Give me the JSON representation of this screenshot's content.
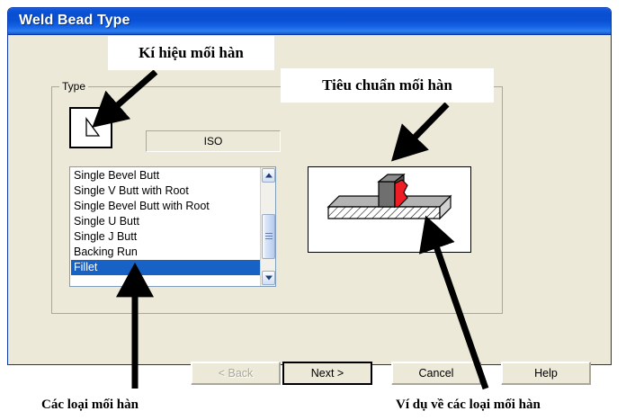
{
  "window": {
    "title": "Weld Bead Type"
  },
  "group": {
    "legend": "Type"
  },
  "symbol": {
    "name": "fillet-weld-symbol",
    "description": "right triangle"
  },
  "standard": {
    "value": "ISO"
  },
  "list": {
    "items": [
      {
        "label": "Single Bevel Butt",
        "selected": false
      },
      {
        "label": "Single V Butt with Root",
        "selected": false
      },
      {
        "label": "Single Bevel Butt with Root",
        "selected": false
      },
      {
        "label": "Single U Butt",
        "selected": false
      },
      {
        "label": "Single J Butt",
        "selected": false
      },
      {
        "label": "Backing Run",
        "selected": false
      },
      {
        "label": "Fillet",
        "selected": true
      }
    ]
  },
  "preview": {
    "name": "fillet-weld-illustration",
    "plate_color": "#b3b3b3",
    "upright_color": "#7a7a7a",
    "bead_color": "#ee1c25"
  },
  "buttons": {
    "back": "< Back",
    "next": "Next >",
    "cancel": "Cancel",
    "help": "Help"
  },
  "annotations": {
    "symbol_label": "Kí hiệu mối hàn",
    "standard_label": "Tiêu chuẩn mối hàn",
    "list_label": "Các loại mối hàn",
    "example_label": "Ví dụ về các loại mối hàn"
  },
  "colors": {
    "titlebar_blue": "#0a4fd0",
    "dialog_face": "#ece9d8",
    "selection_blue": "#1862c6",
    "weld_red": "#ee1c25"
  }
}
